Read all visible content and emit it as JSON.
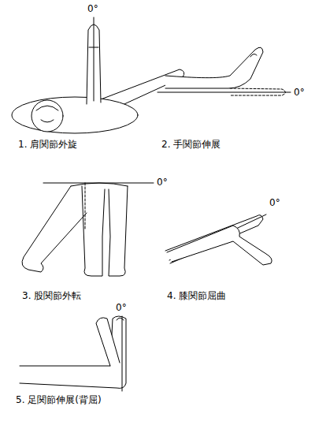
{
  "diagram": {
    "labels": [
      "0°",
      "1. 肩関節外旋",
      "0°",
      "2. 手関節伸展",
      "0°",
      "3. 股関節外転",
      "0°",
      "4. 膝関節屈曲",
      "0°",
      "5. 足関節伸展(背屈)"
    ]
  }
}
